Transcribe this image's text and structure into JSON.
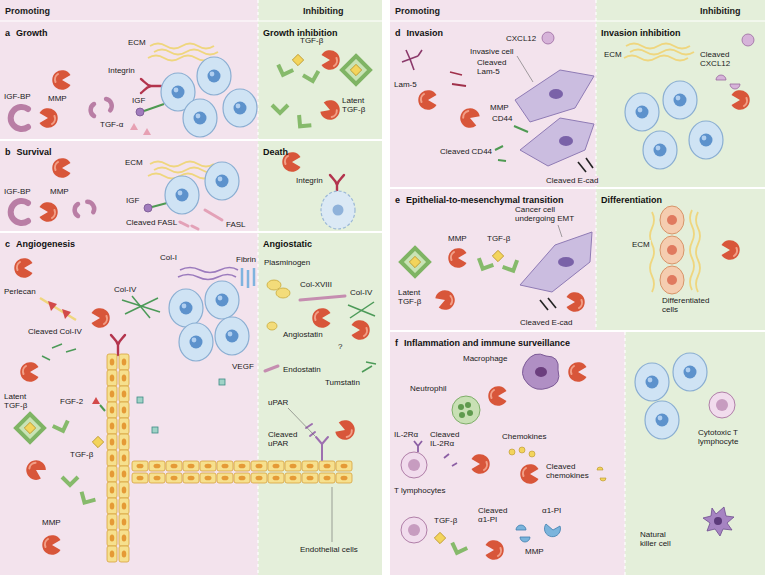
{
  "diagram": {
    "nodes": [
      {
        "text": [
          "a",
          "Growth"
        ]
      },
      {
        "text": [
          "Growth inhibition"
        ]
      },
      {
        "text": [
          "b",
          "Survival"
        ]
      },
      {
        "text": [
          "Death"
        ]
      },
      {
        "text": [
          "c",
          "Angiogenesis"
        ]
      },
      {
        "text": [
          "Angiostatic"
        ]
      },
      {
        "text": [
          "d",
          "Invasion"
        ]
      },
      {
        "text": [
          "Invasion inhibition"
        ]
      },
      {
        "text": [
          "e",
          "Epithelial-to-mesenchymal transition"
        ]
      },
      {
        "text": [
          "Differentiation"
        ]
      },
      {
        "text": [
          "f",
          "Inflammation and immune surveillance"
        ]
      }
    ],
    "labels": [
      "Promoting",
      "Inhibiting",
      "Promoting",
      "Inhibiting",
      "ECM",
      "Integrin",
      "IGF-BP",
      "MMP",
      "IGF",
      "TGF-α",
      "TGF-β",
      "Latent TGF-β",
      "ECM",
      "IGF-BP",
      "MMP",
      "IGF",
      "Cleaved FASL",
      "FASL",
      "Integrin",
      "Col-I",
      "Perlecan",
      "Col-IV",
      "Cleaved Col-IV",
      "Latent TGF-β",
      "FGF-2",
      "TGF-β",
      "MMP",
      "VEGF",
      "Fibrin",
      "Plasminogen",
      "Col-XVIII",
      "Col-IV",
      "Angiostatin",
      "?",
      "Endostatin",
      "Tumstatin",
      "uPAR",
      "Cleaved uPAR",
      "Endothelial cells",
      "Lam-5",
      "CXCL12",
      "Invasive cell",
      "Cleaved Lam-5",
      "MMP",
      "CD44",
      "Cleaved CD44",
      "Cleaved E-cad",
      "ECM",
      "Cleaved CXCL12",
      "MMP",
      "TGF-β",
      "Cancer cell undergoing EMT",
      "Latent TGF-β",
      "Cleaved E-cad",
      "ECM",
      "Differentiated cells",
      "Macrophage",
      "Neutrophil",
      "Cytotoxic T lymphocyte",
      "IL-2Rα",
      "Cleaved IL-2Rα",
      "Chemokines",
      "Cleaved chemokines",
      "T lymphocytes",
      "TGF-β",
      "Cleaved α1-PI",
      "α1-PI",
      "MMP",
      "Natural killer cell"
    ]
  }
}
